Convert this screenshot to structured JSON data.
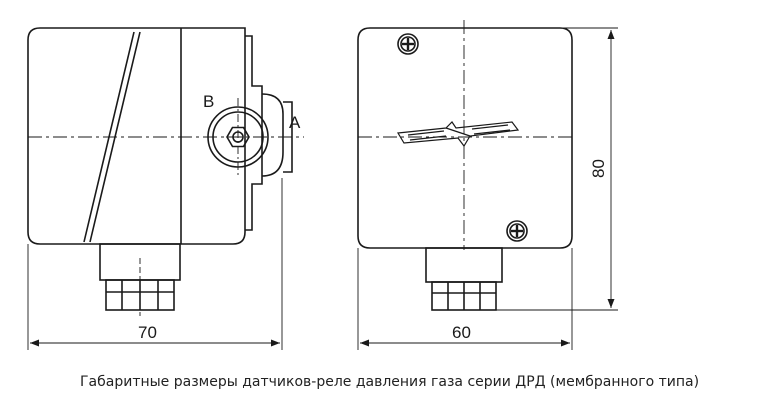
{
  "dimensions": {
    "width_left": "70",
    "width_right": "60",
    "height_right": "80"
  },
  "port_labels": {
    "b": "B",
    "a": "A"
  },
  "caption": "Габаритные размеры датчиков-реле давления газа серии ДРД (мембранного типа)",
  "colors": {
    "line": "#1a1a1a",
    "body_fill": "#ffffff",
    "background": "#ffffff"
  }
}
